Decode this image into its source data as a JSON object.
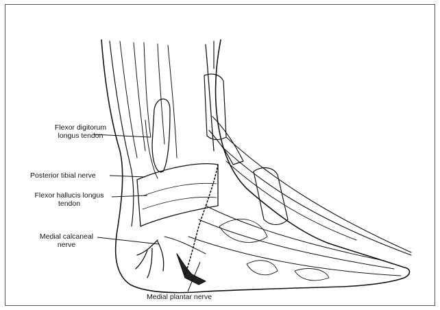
{
  "figure": {
    "labels": {
      "fdl": {
        "line1": "Flexor digitorum",
        "line2": "longus tendon"
      },
      "ptn": {
        "line1": "Posterior tibial nerve"
      },
      "fhl": {
        "line1": "Flexor hallucis longus",
        "line2": "tendon"
      },
      "mcn": {
        "line1": "Medial calcaneal",
        "line2": "nerve"
      },
      "mpn": {
        "line1": "Medial plantar nerve"
      }
    }
  }
}
